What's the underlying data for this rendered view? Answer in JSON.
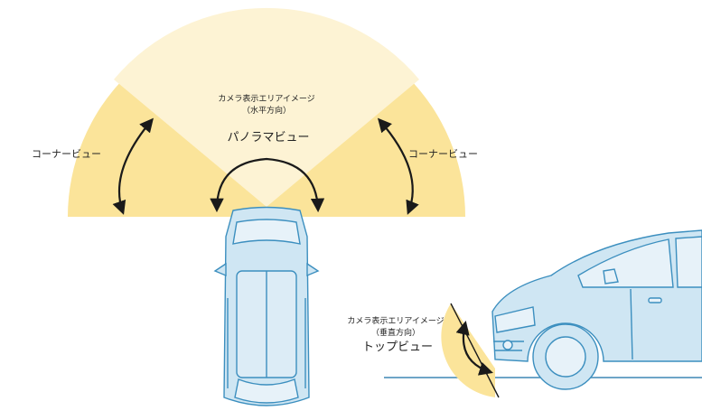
{
  "top_view": {
    "area_title": "カメラ表示エリアイメージ",
    "area_direction": "（水平方向）",
    "panorama_label": "パノラマビュー",
    "corner_left_label": "コーナービュー",
    "corner_right_label": "コーナービュー"
  },
  "side_view": {
    "area_title": "カメラ表示エリアイメージ",
    "area_direction": "（垂直方向）",
    "top_label": "トップビュー"
  },
  "colors": {
    "fan_light": "#fdf3d4",
    "fan_yellow": "#fbe49a",
    "vehicle_fill": "#cfe6f3",
    "vehicle_stroke": "#3c8fbf",
    "ground": "#6ea5c7",
    "arrow": "#1a1a1a"
  }
}
